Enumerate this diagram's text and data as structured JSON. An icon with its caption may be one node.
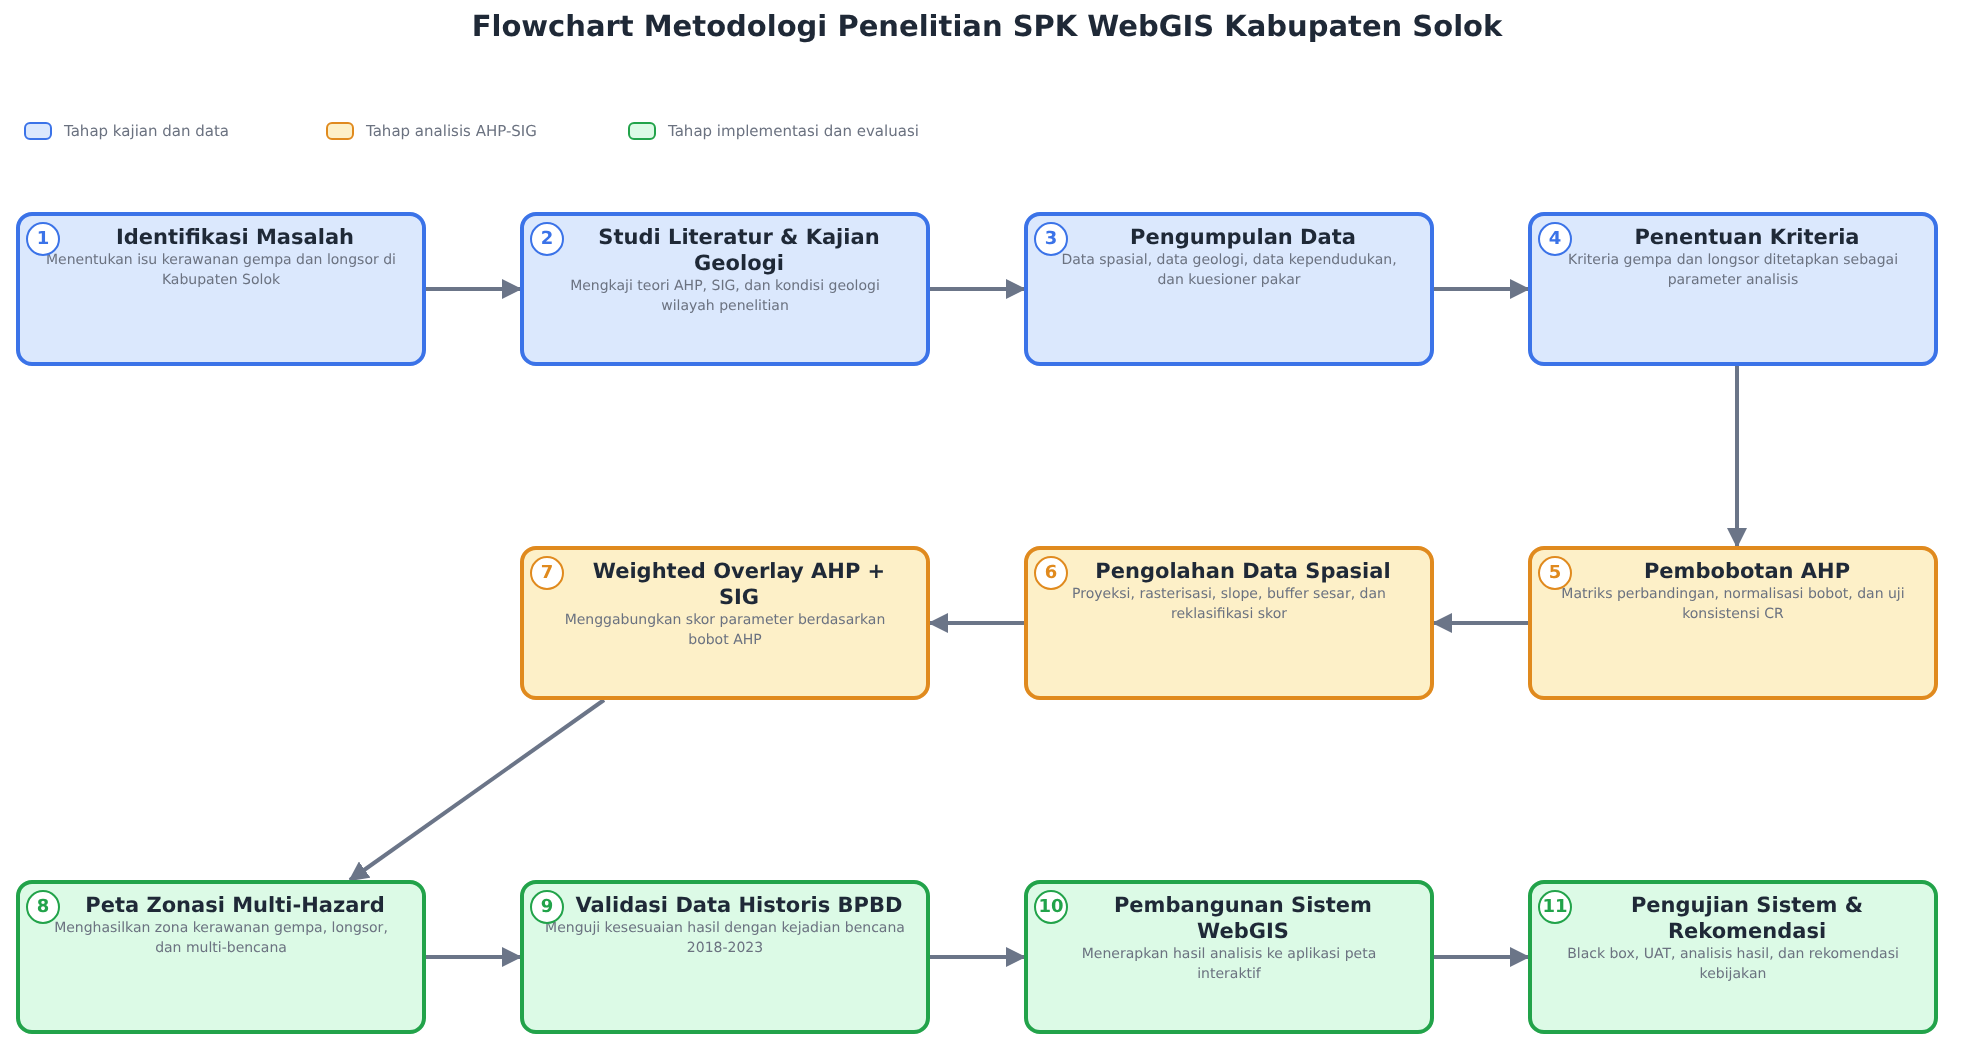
{
  "diagram": {
    "title": "Flowchart Metodologi Penelitian SPK WebGIS Kabupaten Solok",
    "nodes": [
      {
        "text": [
          "1",
          "Identifikasi Masalah",
          "Menentukan isu kerawanan gempa dan longsor di Kabupaten Solok"
        ]
      },
      {
        "text": [
          "2",
          "Studi Literatur & Kajian Geologi",
          "Mengkaji teori AHP, SIG, dan kondisi geologi wilayah penelitian"
        ]
      },
      {
        "text": [
          "3",
          "Pengumpulan Data",
          "Data spasial, data geologi, data kependudukan, dan kuesioner pakar"
        ]
      },
      {
        "text": [
          "4",
          "Penentuan Kriteria",
          "Kriteria gempa dan longsor ditetapkan sebagai parameter analisis"
        ]
      },
      {
        "text": [
          "5",
          "Pembobotan AHP",
          "Matriks perbandingan, normalisasi bobot, dan uji konsistensi CR"
        ]
      },
      {
        "text": [
          "6",
          "Pengolahan Data Spasial",
          "Proyeksi, rasterisasi, slope, buffer sesar, dan reklasifikasi skor"
        ]
      },
      {
        "text": [
          "7",
          "Weighted Overlay AHP + SIG",
          "Menggabungkan skor parameter berdasarkan bobot AHP"
        ]
      },
      {
        "text": [
          "8",
          "Peta Zonasi Multi-Hazard",
          "Menghasilkan zona kerawanan gempa, longsor, dan multi-bencana"
        ]
      },
      {
        "text": [
          "9",
          "Validasi Data Historis BPBD",
          "Menguji kesesuaian hasil dengan kejadian bencana 2018-2023"
        ]
      },
      {
        "text": [
          "10",
          "Pembangunan Sistem WebGIS",
          "Menerapkan hasil analisis ke aplikasi peta interaktif"
        ]
      },
      {
        "text": [
          "11",
          "Pengujian Sistem & Rekomendasi",
          "Black box, UAT, analisis hasil, dan rekomendasi kebijakan"
        ]
      }
    ],
    "edges": [
      {
        "from": 0,
        "to": 1,
        "arrow": "to"
      },
      {
        "from": 1,
        "to": 2,
        "arrow": "to"
      },
      {
        "from": 2,
        "to": 3,
        "arrow": "to"
      },
      {
        "from": 3,
        "to": 4,
        "arrow": "to"
      },
      {
        "from": 4,
        "to": 5,
        "arrow": "to"
      },
      {
        "from": 5,
        "to": 6,
        "arrow": "to"
      },
      {
        "from": 6,
        "to": 7,
        "arrow": "to"
      },
      {
        "from": 7,
        "to": 8,
        "arrow": "to"
      },
      {
        "from": 8,
        "to": 9,
        "arrow": "to"
      },
      {
        "from": 9,
        "to": 10,
        "arrow": "to"
      }
    ],
    "legend": [
      {
        "text": "Tahap kajian dan data",
        "color": "#dbe8fd"
      },
      {
        "text": "Tahap analisis AHP-SIG",
        "color": "#fdf0c8"
      },
      {
        "text": "Tahap implementasi dan evaluasi",
        "color": "#dcfae6"
      }
    ]
  }
}
